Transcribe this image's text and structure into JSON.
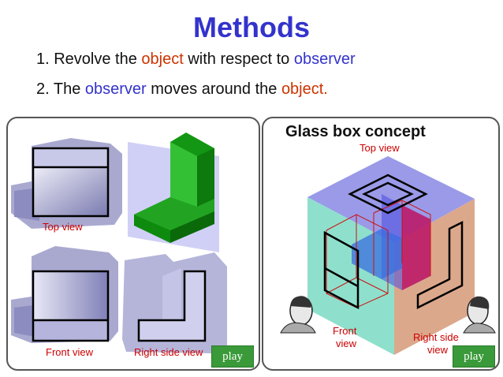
{
  "title": "Methods",
  "methods": {
    "m1": {
      "pre": "1. Revolve the ",
      "obj": "object",
      "mid": " with respect to ",
      "obs": "observer"
    },
    "m2": {
      "pre": "2. The ",
      "obs": "observer",
      "mid": " moves around the ",
      "obj": "object."
    }
  },
  "left_panel": {
    "top_view": "Top view",
    "front_view": "Front view",
    "right_side_view": "Right side view",
    "play": "play"
  },
  "right_panel": {
    "title": "Glass box concept",
    "top_view": "Top view",
    "front_view_1": "Front",
    "front_view_2": "view",
    "right_side_1": "Right side",
    "right_side_2": "view",
    "play": "play"
  },
  "colors": {
    "title": "#3333cc",
    "object": "#cc3300",
    "observer": "#3333cc",
    "label": "#cc0000",
    "play": "#3a9a3a",
    "glass_top": "#9999ee",
    "glass_front": "#88ddcc",
    "glass_side": "#ddaa88",
    "object_green": "#22aa22"
  }
}
